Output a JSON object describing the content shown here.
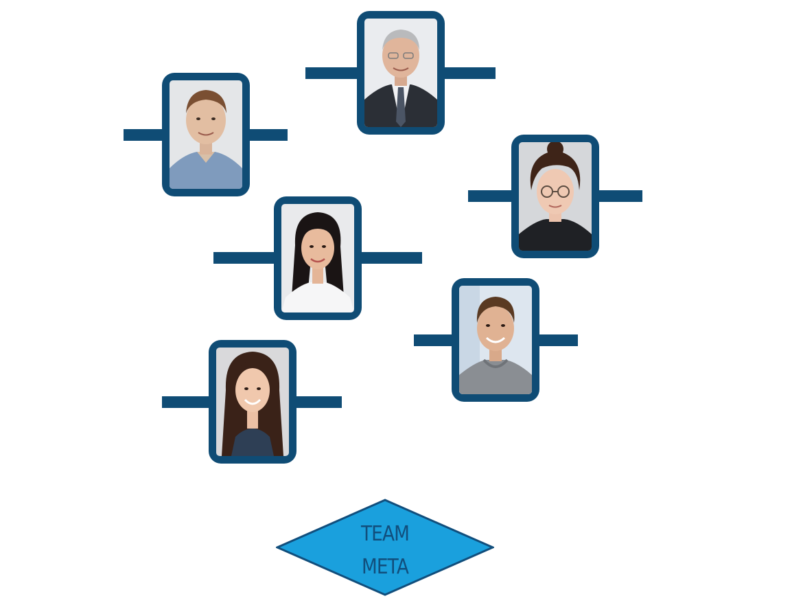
{
  "diagram": {
    "center_label_line1": "TEAM",
    "center_label_line2": "META"
  },
  "colors": {
    "frame": "#0f4c75",
    "connector": "#0f4c75",
    "diamond_fill": "#1aa0dd",
    "diamond_border": "#114e7c",
    "diamond_text": "#114e7c"
  },
  "members": [
    {
      "photo": "portrait-man-short-hair-blue-shirt"
    },
    {
      "photo": "portrait-older-man-suit-glasses"
    },
    {
      "photo": "portrait-woman-curly-hair-glasses"
    },
    {
      "photo": "portrait-woman-long-dark-hair-white-blouse"
    },
    {
      "photo": "portrait-young-man-hoodie"
    },
    {
      "photo": "portrait-woman-long-brown-hair"
    }
  ]
}
